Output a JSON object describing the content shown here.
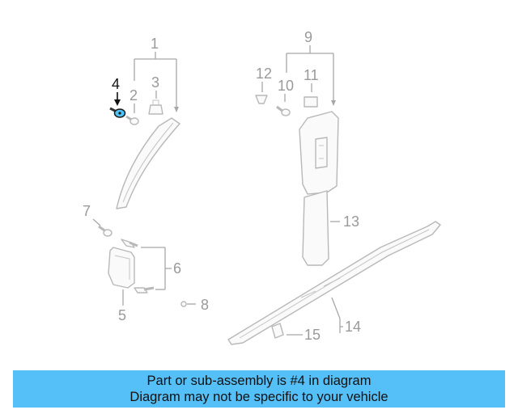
{
  "diagram": {
    "callouts": {
      "c1": "1",
      "c2": "2",
      "c3": "3",
      "c4": "4",
      "c5": "5",
      "c6": "6",
      "c7": "7",
      "c8": "8",
      "c9": "9",
      "c10": "10",
      "c11": "11",
      "c12": "12",
      "c13": "13",
      "c14": "14",
      "c15": "15"
    },
    "highlight_color": "#4fc3f7",
    "line_color": "#a8a8a8"
  },
  "banner": {
    "line1": "Part or sub-assembly is #4 in diagram",
    "line2": "Diagram may not be specific to your vehicle",
    "background": "#55bff7"
  }
}
